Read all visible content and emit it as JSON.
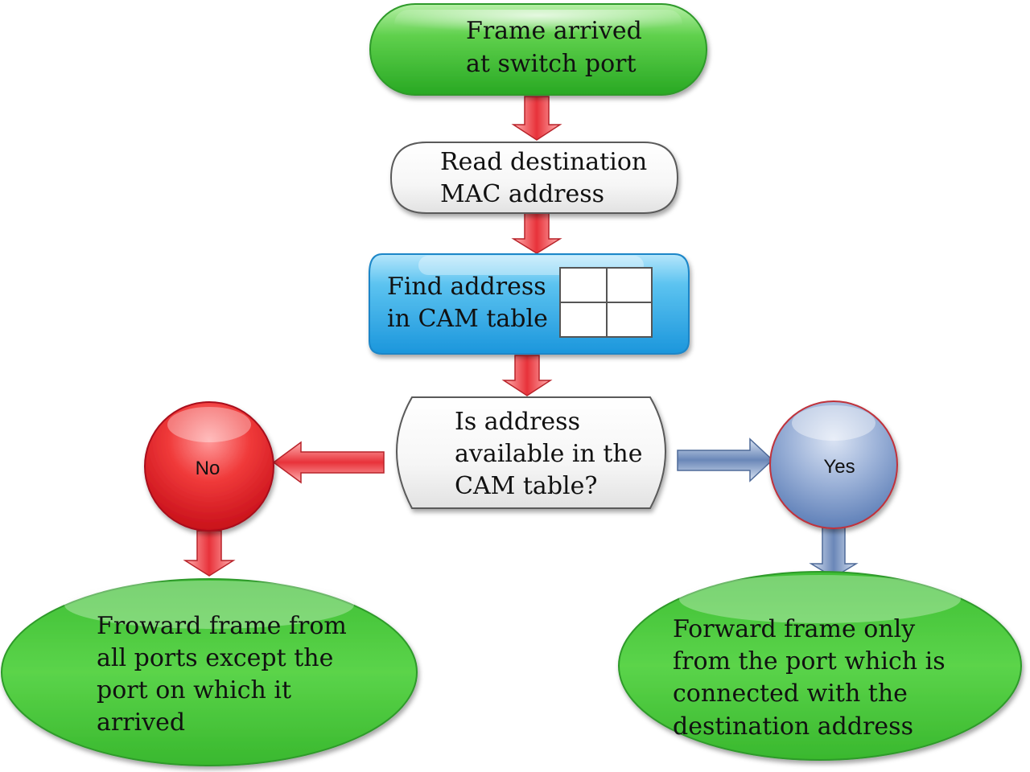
{
  "nodes": {
    "start": {
      "lines": [
        "Frame arrived",
        "at switch port"
      ]
    },
    "read": {
      "lines": [
        "Read destination",
        "MAC address"
      ]
    },
    "find": {
      "lines": [
        "Find address",
        "in CAM table"
      ]
    },
    "decision": {
      "lines": [
        "Is address",
        "available in the",
        "CAM table?"
      ]
    },
    "no": {
      "label": "No"
    },
    "yes": {
      "label": "Yes"
    },
    "flood": {
      "lines": [
        "Froward frame from",
        "all ports except the",
        "port on which it",
        "arrived"
      ]
    },
    "forward": {
      "lines": [
        "Forward frame only",
        "from the port which is",
        "connected with the",
        "destination address"
      ]
    }
  },
  "colors": {
    "green": "#3fc23a",
    "blue": "#2aa8e6",
    "red": "#e4222b",
    "steel_blue": "#6f8fc4",
    "arrow_red": "#e83a3f",
    "arrow_blue": "#7f99c4"
  }
}
